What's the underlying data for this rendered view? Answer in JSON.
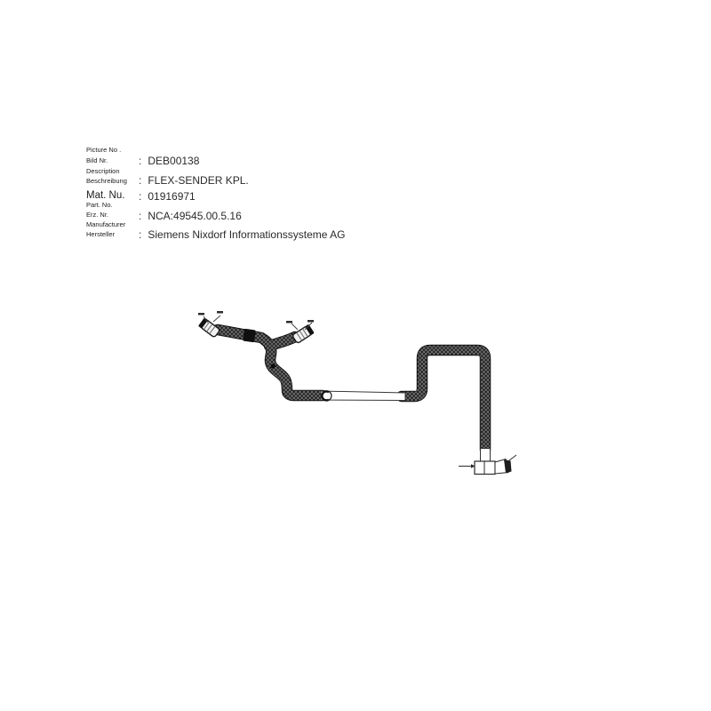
{
  "document": {
    "background": "#ffffff"
  },
  "info_panel": {
    "rows": [
      {
        "label_lines": [
          "Picture No .",
          "Bild Nr."
        ],
        "sep": ":",
        "value": "DEB00138"
      },
      {
        "label_lines": [
          "Description",
          "Beschreibung"
        ],
        "sep": ":",
        "value": "FLEX-SENDER KPL."
      },
      {
        "label_lines": [
          "Mat. Nu."
        ],
        "sep": ":",
        "value": "01916971"
      },
      {
        "label_lines": [
          "Part. No.",
          "Erz. Nr."
        ],
        "sep": ":",
        "value": "NCA:49545.00.5.16"
      },
      {
        "label_lines": [
          "Manufacturer",
          "Hersteller"
        ],
        "sep": ":",
        "value": "Siemens Nixdorf Informationssysteme AG"
      }
    ]
  },
  "drawing": {
    "colors": {
      "cable": "#1d1d1d",
      "weave_highlight": "#7a7a7a",
      "outline": "#2b2b2b",
      "tube_fill": "#ffffff"
    }
  }
}
